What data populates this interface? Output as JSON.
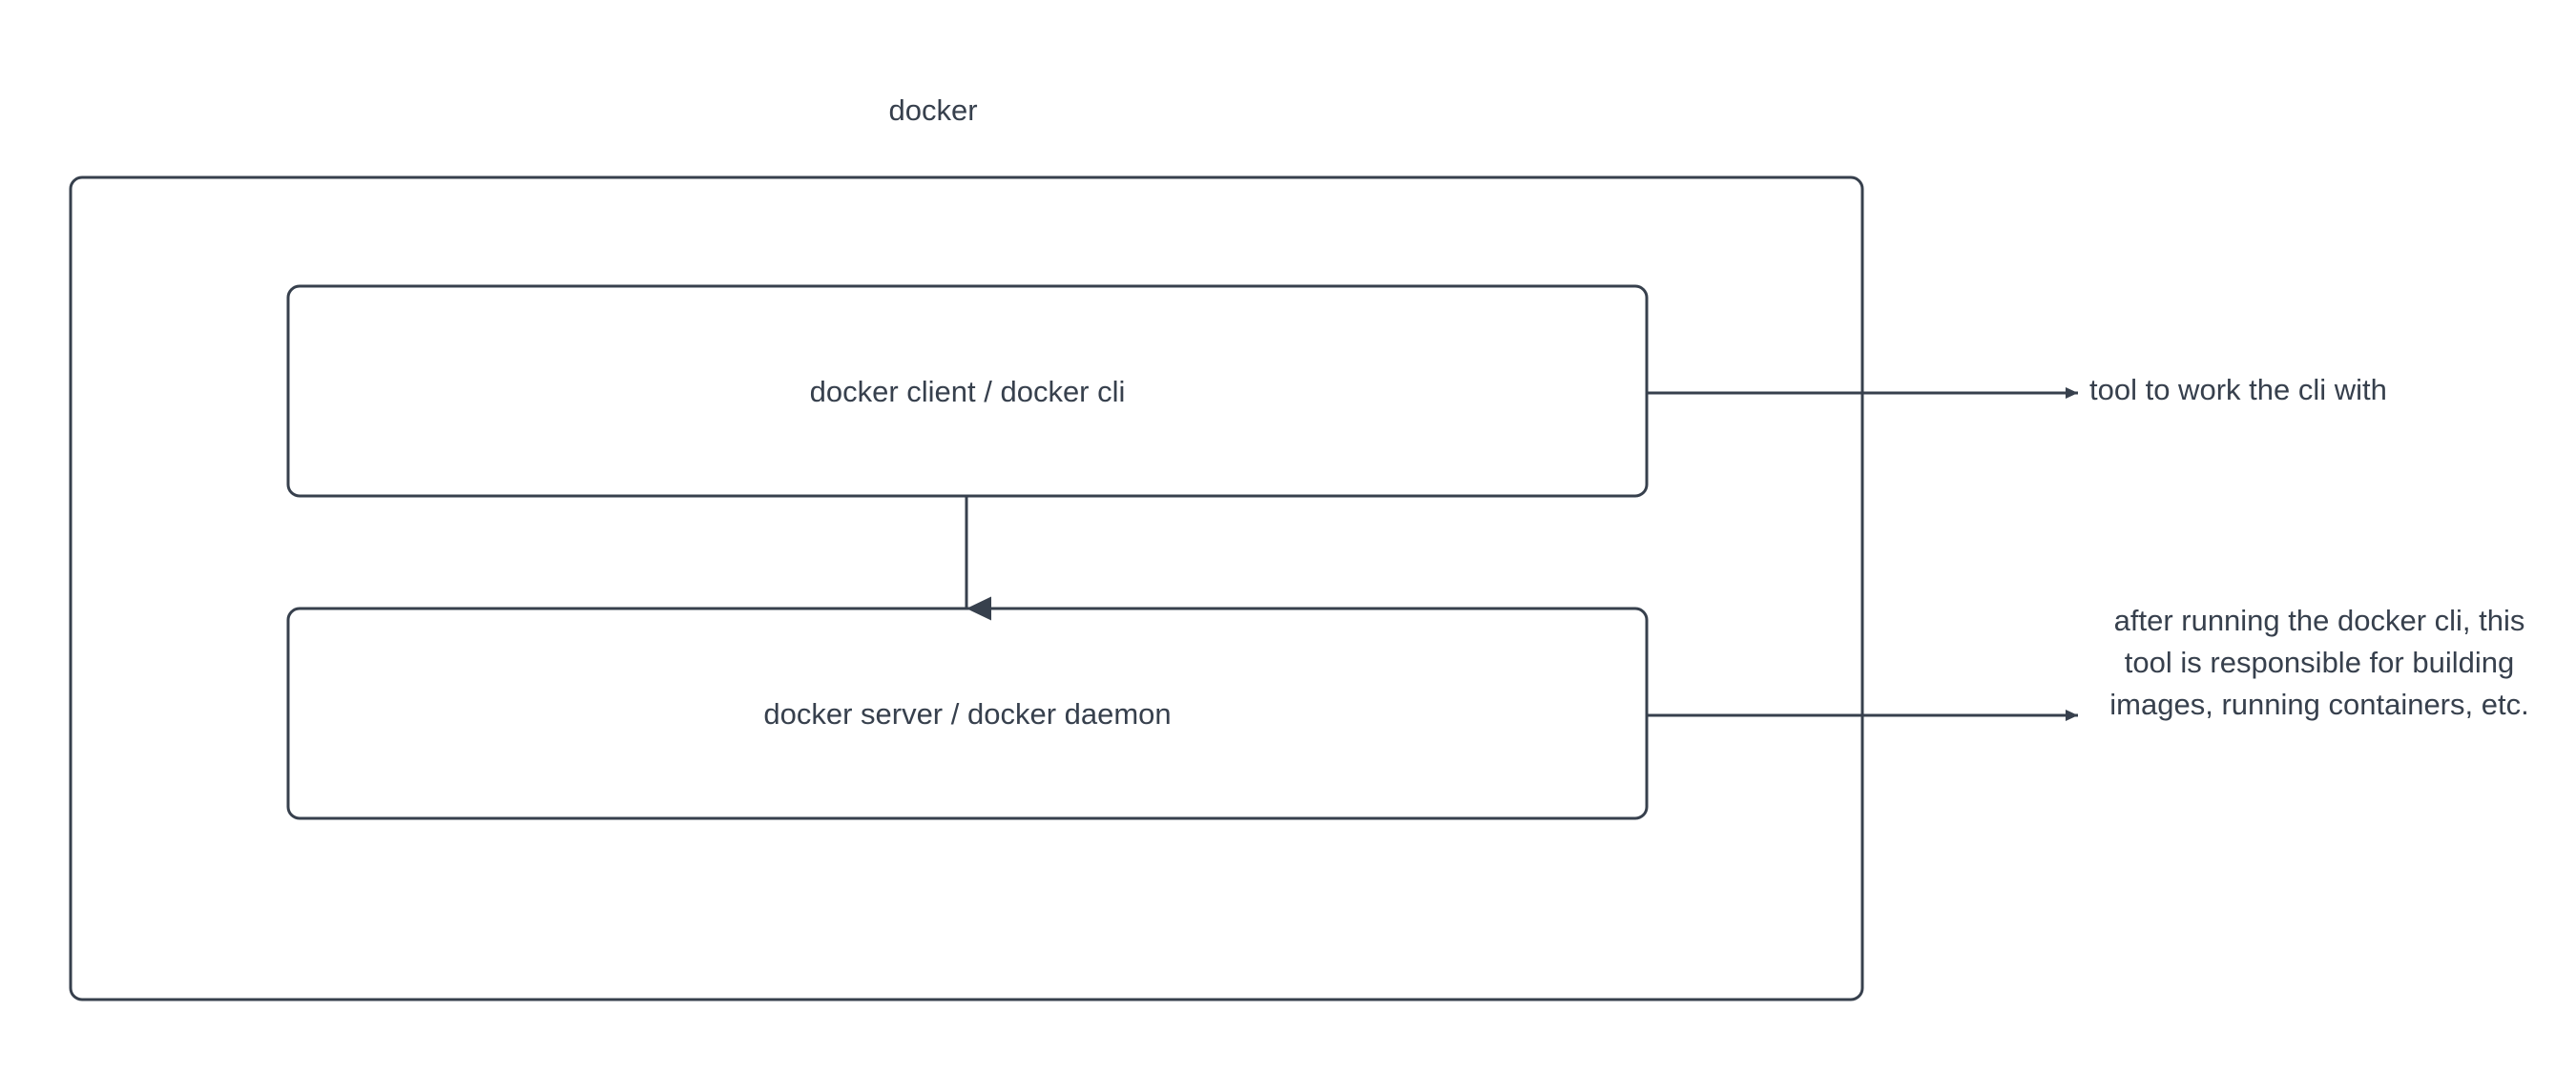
{
  "diagram": {
    "title": "docker",
    "background_color": "#ffffff",
    "stroke_color": "#37404d",
    "text_color": "#37404d",
    "outer_container": {
      "label": "docker"
    },
    "nodes": [
      {
        "id": "docker-client",
        "label": "docker client / docker cli"
      },
      {
        "id": "docker-server",
        "label": "docker server / docker daemon"
      }
    ],
    "annotations": [
      {
        "id": "client-annotation",
        "text": "tool to work the cli with"
      },
      {
        "id": "server-annotation",
        "text": "after running the docker cli, this tool is responsible for building images, running containers, etc."
      }
    ],
    "edges": [
      {
        "id": "client-to-server",
        "from": "docker-client",
        "to": "docker-server",
        "direction": "down",
        "arrowhead": "solid-triangle"
      },
      {
        "id": "client-to-annotation",
        "from": "docker-client",
        "to": "client-annotation",
        "direction": "right",
        "arrowhead": "solid-triangle"
      },
      {
        "id": "server-to-annotation",
        "from": "docker-server",
        "to": "server-annotation",
        "direction": "right",
        "arrowhead": "solid-triangle"
      }
    ]
  }
}
